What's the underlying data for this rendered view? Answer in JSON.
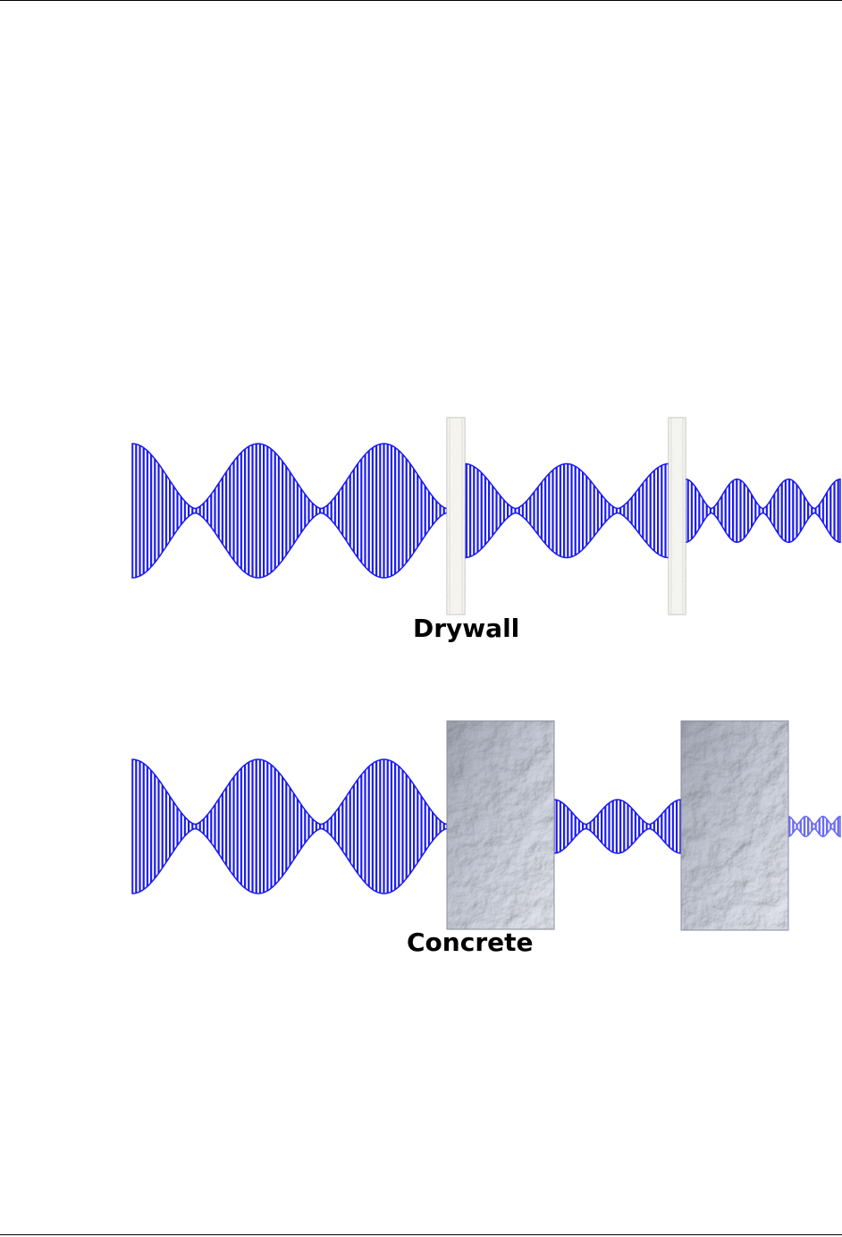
{
  "panels": [
    {
      "id": "drywall",
      "label": "Drywall",
      "wall_material": "drywall",
      "wall_count": 2,
      "signal_segments": [
        {
          "relative_amplitude": 1.0,
          "cycles": 2.5
        },
        {
          "relative_amplitude": 0.7,
          "cycles": 2
        },
        {
          "relative_amplitude": 0.47,
          "cycles": 3
        }
      ]
    },
    {
      "id": "concrete",
      "label": "Concrete",
      "wall_material": "concrete",
      "wall_count": 2,
      "signal_segments": [
        {
          "relative_amplitude": 1.0,
          "cycles": 2.5
        },
        {
          "relative_amplitude": 0.4,
          "cycles": 2
        },
        {
          "relative_amplitude": 0.15,
          "cycles": 3
        }
      ]
    }
  ],
  "colors": {
    "signal": "#1a1aee",
    "signal_faded": "#7a7af5",
    "drywall": "#f0efea",
    "concrete": "#b4b9c6"
  }
}
